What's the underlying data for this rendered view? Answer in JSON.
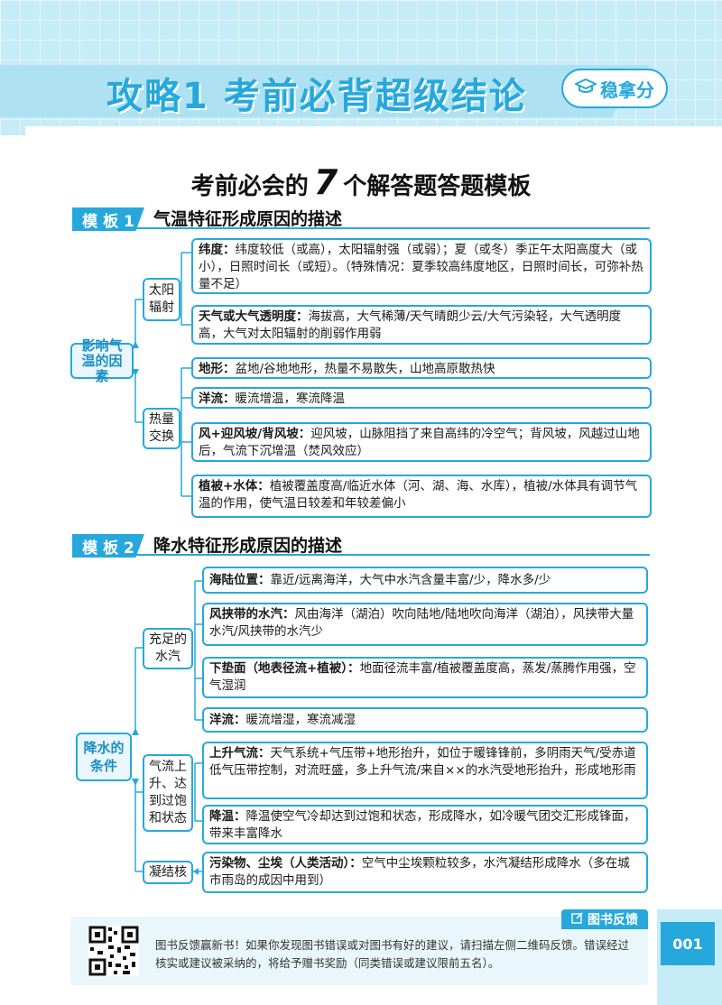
{
  "header": {
    "title": "攻略1  考前必背超级结论",
    "badge": "稳拿分"
  },
  "subtitle": {
    "pre": "考前必会的",
    "num": "7",
    "post": "个解答题答题模板"
  },
  "section1": {
    "tag": "模 板 1",
    "title": "气温特征形成原因的描述",
    "root": "影响气温的因素",
    "mid1": "太阳辐射",
    "mid2": "热量交换",
    "items": [
      {
        "label": "纬度：",
        "text": "纬度较低（或高），太阳辐射强（或弱）；夏（或冬）季正午太阳高度大（或小），日照时间长（或短）。（特殊情况：夏季较高纬度地区，日照时间长，可弥补热量不足）"
      },
      {
        "label": "天气或大气透明度：",
        "text": "海拔高，大气稀薄/天气晴朗少云/大气污染轻，大气透明度高，大气对太阳辐射的削弱作用弱"
      },
      {
        "label": "地形：",
        "text": "盆地/谷地地形，热量不易散失，山地高原散热快"
      },
      {
        "label": "洋流：",
        "text": "暖流增温，寒流降温"
      },
      {
        "label": "风+迎风坡/背风坡：",
        "text": "迎风坡，山脉阻挡了来自高纬的冷空气；背风坡，风越过山地后，气流下沉增温（焚风效应）"
      },
      {
        "label": "植被+水体：",
        "text": "植被覆盖度高/临近水体（河、湖、海、水库），植被/水体具有调节气温的作用，使气温日较差和年较差偏小"
      }
    ]
  },
  "section2": {
    "tag": "模 板 2",
    "title": "降水特征形成原因的描述",
    "root": "降水的条件",
    "mid1": "充足的水汽",
    "mid2": "气流上升、达到过饱和状态",
    "mid3": "凝结核",
    "items": [
      {
        "label": "海陆位置：",
        "text": "靠近/远离海洋，大气中水汽含量丰富/少，降水多/少"
      },
      {
        "label": "风挟带的水汽：",
        "text": "风由海洋（湖泊）吹向陆地/陆地吹向海洋（湖泊），风挟带大量水汽/风挟带的水汽少"
      },
      {
        "label": "下垫面（地表径流+植被）：",
        "text": "地面径流丰富/植被覆盖度高，蒸发/蒸腾作用强，空气湿润"
      },
      {
        "label": "洋流：",
        "text": "暖流增湿，寒流减湿"
      },
      {
        "label": "上升气流：",
        "text": "天气系统+气压带+地形抬升，如位于暖锋锋前，多阴雨天气/受赤道低气压带控制，对流旺盛，多上升气流/来自××的水汽受地形抬升，形成地形雨"
      },
      {
        "label": "降温：",
        "text": "降温使空气冷却达到过饱和状态，形成降水，如冷暖气团交汇形成锋面，带来丰富降水"
      },
      {
        "label": "污染物、尘埃（人类活动）：",
        "text": "空气中尘埃颗粒较多，水汽凝结形成降水（多在城市雨岛的成因中用到）"
      }
    ]
  },
  "footer": {
    "tab": "图书反馈",
    "text": "图书反馈赢新书！如果你发现图书错误或对图书有好的建议，请扫描左侧二维码反馈。错误经过核实或建议被采纳的，将给予赠书奖励（同类错误或建议限前五名）。",
    "page": "001"
  },
  "colors": {
    "accent": "#27a8dc",
    "header_bg": "#c6ecf7"
  }
}
